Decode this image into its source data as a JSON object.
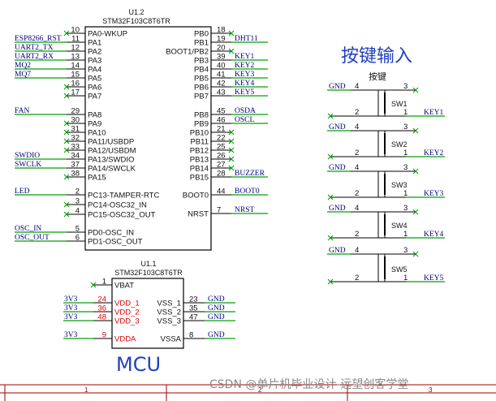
{
  "u12": {
    "ref": "U1.2",
    "part": "STM32F103C8T6TR",
    "left_pins": [
      {
        "num": "10",
        "name": "PA0-WKUP",
        "net": ""
      },
      {
        "num": "11",
        "name": "PA1",
        "net": "ESP8266_RST"
      },
      {
        "num": "12",
        "name": "PA2",
        "net": "UART2_TX"
      },
      {
        "num": "13",
        "name": "PA3",
        "net": "UART2_RX"
      },
      {
        "num": "14",
        "name": "PA4",
        "net": "MQ2"
      },
      {
        "num": "15",
        "name": "PA5",
        "net": "MQ7"
      },
      {
        "num": "16",
        "name": "PA6",
        "net": ""
      },
      {
        "num": "17",
        "name": "PA7",
        "net": ""
      },
      {
        "num": "29",
        "name": "PA8",
        "net": "FAN"
      },
      {
        "num": "30",
        "name": "PA9",
        "net": ""
      },
      {
        "num": "31",
        "name": "PA10",
        "net": ""
      },
      {
        "num": "32",
        "name": "PA11/USBDP",
        "net": ""
      },
      {
        "num": "33",
        "name": "PA12/USBDM",
        "net": ""
      },
      {
        "num": "34",
        "name": "PA13/SWDIO",
        "net": "SWDIO"
      },
      {
        "num": "37",
        "name": "PA14/SWCLK",
        "net": "SWCLK"
      },
      {
        "num": "38",
        "name": "PA15",
        "net": ""
      },
      {
        "num": "2",
        "name": "PC13-TAMPER-RTC",
        "net": "LED"
      },
      {
        "num": "3",
        "name": "PC14-OSC32_IN",
        "net": ""
      },
      {
        "num": "4",
        "name": "PC15-OSC32_OUT",
        "net": ""
      },
      {
        "num": "5",
        "name": "PD0-OSC_IN",
        "net": "OSC_IN"
      },
      {
        "num": "6",
        "name": "PD1-OSC_OUT",
        "net": "OSC_OUT"
      }
    ],
    "right_pins": [
      {
        "num": "18",
        "name": "PB0",
        "net": ""
      },
      {
        "num": "19",
        "name": "PB1",
        "net": "DHT11"
      },
      {
        "num": "20",
        "name": "BOOT1/PB2",
        "net": ""
      },
      {
        "num": "39",
        "name": "PB3",
        "net": "KEY1"
      },
      {
        "num": "40",
        "name": "PB4",
        "net": "KEY2"
      },
      {
        "num": "41",
        "name": "PB5",
        "net": "KEY3"
      },
      {
        "num": "42",
        "name": "PB6",
        "net": "KEY4"
      },
      {
        "num": "43",
        "name": "PB7",
        "net": "KEY5"
      },
      {
        "num": "45",
        "name": "PB8",
        "net": "OSDA"
      },
      {
        "num": "46",
        "name": "PB9",
        "net": "OSCL"
      },
      {
        "num": "21",
        "name": "PB10",
        "net": ""
      },
      {
        "num": "22",
        "name": "PB11",
        "net": ""
      },
      {
        "num": "25",
        "name": "PB12",
        "net": ""
      },
      {
        "num": "26",
        "name": "PB13",
        "net": ""
      },
      {
        "num": "27",
        "name": "PB14",
        "net": ""
      },
      {
        "num": "28",
        "name": "PB15",
        "net": "BUZZER"
      },
      {
        "num": "44",
        "name": "BOOT0",
        "net": "BOOT0"
      },
      {
        "num": "7",
        "name": "NRST",
        "net": "NRST"
      }
    ]
  },
  "u11": {
    "ref": "U1.1",
    "part": "STM32F103C8T6TR",
    "left_pins": [
      {
        "num": "1",
        "name": "VBAT",
        "net": ""
      },
      {
        "num": "24",
        "name": "VDD_1",
        "net": "3V3"
      },
      {
        "num": "36",
        "name": "VDD_2",
        "net": "3V3"
      },
      {
        "num": "48",
        "name": "VDD_3",
        "net": "3V3"
      },
      {
        "num": "9",
        "name": "VDDA",
        "net": "3V3"
      }
    ],
    "right_pins": [
      {
        "num": "23",
        "name": "VSS_1",
        "net": "GND"
      },
      {
        "num": "35",
        "name": "VSS_2",
        "net": "GND"
      },
      {
        "num": "47",
        "name": "VSS_3",
        "net": "GND"
      },
      {
        "num": "8",
        "name": "VSSA",
        "net": "GND"
      }
    ]
  },
  "mcu_label": "MCU",
  "keys_title": "按键输入",
  "keys_subtitle": "按键",
  "switches": [
    {
      "ref": "SW1",
      "gnd": "GND",
      "key": "KEY1",
      "p4": "4",
      "p3": "3",
      "p2": "2",
      "p1": "1"
    },
    {
      "ref": "SW2",
      "gnd": "GND",
      "key": "KEY2",
      "p4": "4",
      "p3": "3",
      "p2": "2",
      "p1": "1"
    },
    {
      "ref": "SW3",
      "gnd": "GND",
      "key": "KEY3",
      "p4": "4",
      "p3": "3",
      "p2": "2",
      "p1": "1"
    },
    {
      "ref": "SW4",
      "gnd": "GND",
      "key": "KEY4",
      "p4": "4",
      "p3": "3",
      "p2": "2",
      "p1": "1"
    },
    {
      "ref": "SW5",
      "gnd": "GND",
      "key": "KEY5",
      "p4": "4",
      "p3": "3",
      "p2": "2",
      "p1": "1"
    }
  ],
  "frame": {
    "zone1": "1",
    "zone2": "2",
    "zone3": "3"
  },
  "watermark": "CSDN @单片机毕业设计-远望创客学堂",
  "colors": {
    "wire": "#00a000",
    "net": "#000080",
    "power_pin": "#e00000",
    "title": "#2040c0",
    "body": "#000000"
  }
}
